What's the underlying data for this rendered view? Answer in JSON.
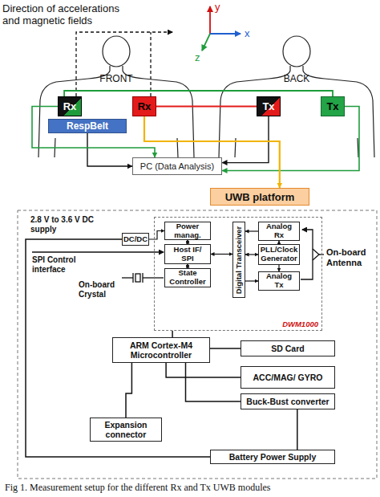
{
  "diagram": {
    "caption": "Fig 1. Measurement setup for the different Rx and Tx UWB modules",
    "nodes": [
      {
        "text": [
          "Rx"
        ]
      },
      {
        "text": [
          "Rx"
        ]
      },
      {
        "text": [
          "RespBelt"
        ]
      },
      {
        "text": [
          "Tx"
        ]
      },
      {
        "text": [
          "Tx"
        ]
      },
      {
        "text": [
          "PC (Data Analysis)"
        ]
      },
      {
        "text": [
          "UWB platform"
        ]
      },
      {
        "text": [
          "DC/DC"
        ]
      },
      {
        "text": [
          "DWM1000"
        ]
      },
      {
        "text": [
          "Power manag."
        ],
        "in": 8
      },
      {
        "text": [
          "Host IF/ SPI"
        ],
        "in": 8
      },
      {
        "text": [
          "State Controller"
        ],
        "in": 8
      },
      {
        "text": [
          "Digital Transceiver"
        ],
        "in": 8
      },
      {
        "text": [
          "Analog Rx"
        ],
        "in": 8
      },
      {
        "text": [
          "PLL/Clock Generator"
        ],
        "in": 8
      },
      {
        "text": [
          "Analog Tx"
        ],
        "in": 8
      },
      {
        "text": [
          "ARM Cortex-M4 Microcontroller"
        ]
      },
      {
        "text": [
          "SD Card"
        ]
      },
      {
        "text": [
          "ACC/MAG/ GYRO"
        ]
      },
      {
        "text": [
          "Buck-Bust converter"
        ]
      },
      {
        "text": [
          "Expansion connector"
        ]
      },
      {
        "text": [
          "Battery Power Supply"
        ]
      }
    ],
    "edges": [
      {
        "from": 4,
        "to": 0,
        "arrow": "none"
      },
      {
        "from": 1,
        "to": 3,
        "arrow": "none"
      },
      {
        "from": 2,
        "to": 5,
        "arrow": "to"
      },
      {
        "from": 0,
        "to": 5,
        "arrow": "to"
      },
      {
        "from": 3,
        "to": 5,
        "arrow": "to"
      },
      {
        "from": 4,
        "to": 5,
        "arrow": "to"
      },
      {
        "from": 1,
        "to": 6,
        "arrow": "to"
      },
      {
        "from": 7,
        "to": 9,
        "arrow": "to"
      },
      {
        "from": 9,
        "to": 10,
        "arrow": "both"
      },
      {
        "from": 10,
        "to": 11,
        "arrow": "both"
      },
      {
        "from": 10,
        "to": 12,
        "arrow": "both"
      },
      {
        "from": 13,
        "to": 12,
        "arrow": "to"
      },
      {
        "from": 12,
        "to": 15,
        "arrow": "to"
      },
      {
        "from": 14,
        "to": 12,
        "arrow": "both"
      },
      {
        "from": 14,
        "to": 13,
        "arrow": "to"
      },
      {
        "from": 14,
        "to": 15,
        "arrow": "to"
      },
      {
        "from": 8,
        "to": 16,
        "arrow": "none"
      },
      {
        "from": 16,
        "to": 17,
        "arrow": "none"
      },
      {
        "from": 16,
        "to": 18,
        "arrow": "none"
      },
      {
        "from": 16,
        "to": 19,
        "arrow": "none"
      },
      {
        "from": 16,
        "to": 20,
        "arrow": "none"
      },
      {
        "from": 19,
        "to": 21,
        "arrow": "none"
      },
      {
        "from": 21,
        "to": 7,
        "arrow": "none"
      }
    ],
    "labels": [
      "Direction of accelerations and magnetic fields",
      "y",
      "x",
      "z",
      "FRONT",
      "BACK",
      "2.8 V to 3.6 V DC supply",
      "SPI Control interface",
      "On-board Crystal",
      "On-board Antenna"
    ]
  }
}
